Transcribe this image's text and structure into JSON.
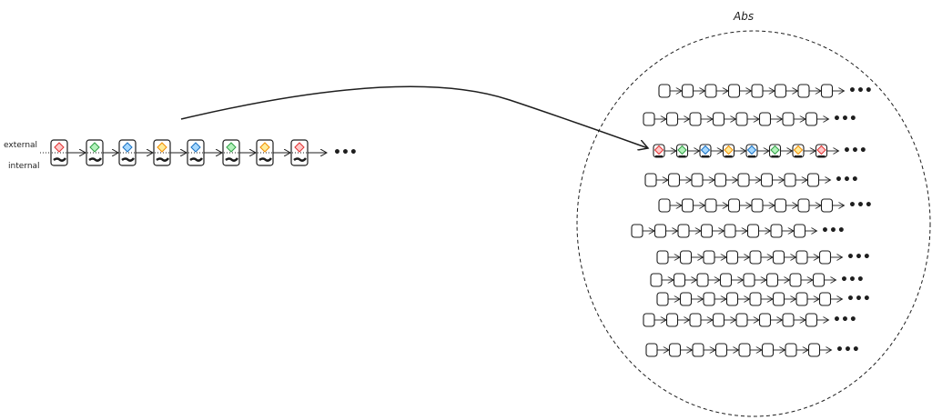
{
  "left_chain": {
    "external_label": "external",
    "internal_label": "internal",
    "ellipsis": "•••",
    "node_colors": [
      "#e03131",
      "#2f9e44",
      "#1971c2",
      "#f08c00",
      "#1971c2",
      "#2f9e44",
      "#f08c00",
      "#e03131"
    ]
  },
  "abs_group": {
    "title": "Abs",
    "ellipsis": "•••",
    "row_count": 11,
    "highlighted_row_index": 2
  },
  "colors": {
    "red_fill": "#ffc9c9",
    "green_fill": "#b2f2bb",
    "blue_fill": "#a5d8ff",
    "orange_fill": "#ffec99",
    "stroke": "#1e1e1e"
  }
}
